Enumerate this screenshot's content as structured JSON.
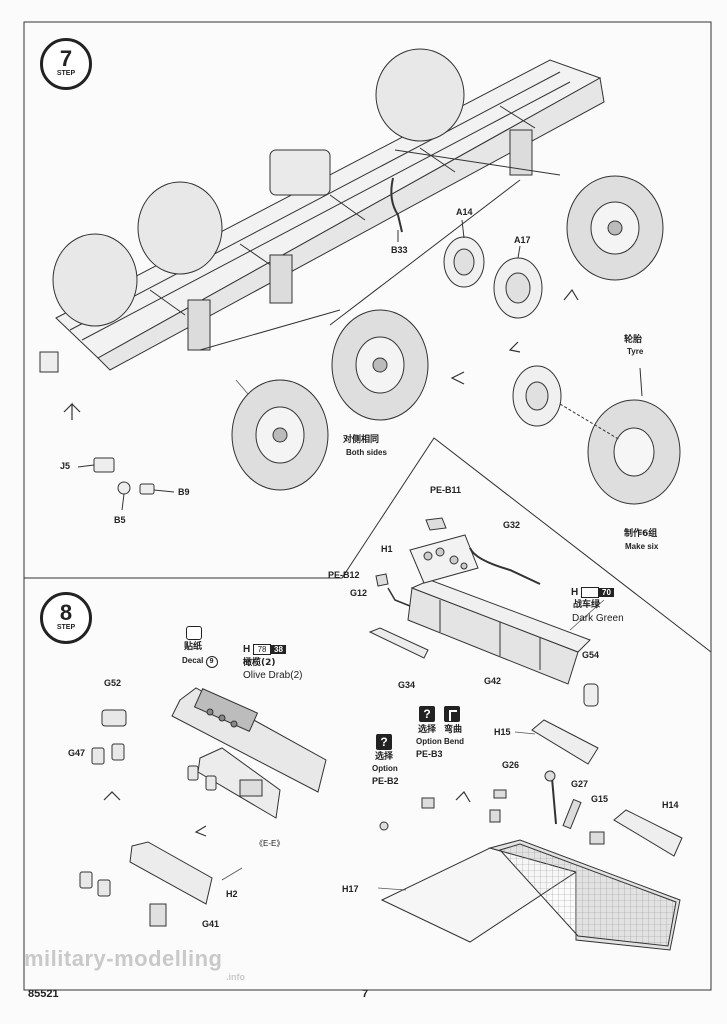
{
  "step7": {
    "number": "7",
    "step_label": "STEP",
    "parts": [
      "A14",
      "A17",
      "B33",
      "J5",
      "B9",
      "B5"
    ],
    "tyre_cn": "轮胎",
    "tyre_en": "Tyre",
    "both_sides_cn": "对侧相同",
    "both_sides_en": "Both sides",
    "make_six_cn": "制作6组",
    "make_six_en": "Make six"
  },
  "step8": {
    "number": "8",
    "step_label": "STEP",
    "parts_upper": [
      "PE-B11",
      "H1",
      "G32",
      "PE-B12",
      "G12",
      "G34",
      "G42",
      "G54"
    ],
    "paint_dark_green": {
      "h": "H",
      "code": "70",
      "cn": "战车绿",
      "en": "Dark Green"
    },
    "paint_olive": {
      "h": "H",
      "code1": "78",
      "code2": "38",
      "cn": "橄榄(2)",
      "en": "Olive Drab(2)"
    },
    "decal_cn": "贴纸",
    "decal_en": "Decal",
    "decal_num": "9",
    "parts_left": [
      "G52",
      "G47",
      "H2",
      "G41"
    ],
    "ee_label": "《E-E》",
    "option1": {
      "icon": "?",
      "cn": "选择",
      "en": "Option",
      "part": "PE-B2"
    },
    "option2": {
      "icon": "?",
      "cn": "选择",
      "en": "Option",
      "part": "PE-B3"
    },
    "bend": {
      "cn": "弯曲",
      "en": "Bend"
    },
    "parts_right": [
      "H15",
      "G26",
      "G27",
      "G15",
      "H14",
      "H17"
    ]
  },
  "footer": {
    "kit_number": "85521",
    "page_number": "7"
  },
  "watermark": {
    "text": "military-modelling",
    "sub": ".info"
  }
}
